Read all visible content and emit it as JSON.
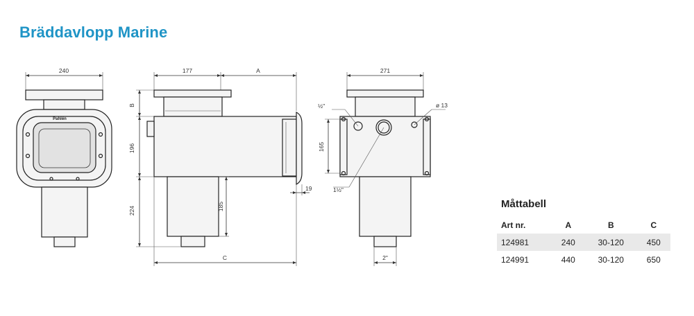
{
  "title": "Bräddavlopp Marine",
  "drawing": {
    "front": {
      "dim_width": "240",
      "logo": "Pahlén"
    },
    "side": {
      "dim_177": "177",
      "dim_A": "A",
      "dim_B": "B",
      "dim_196": "196",
      "dim_224": "224",
      "dim_185": "185",
      "dim_19": "19",
      "dim_C": "C"
    },
    "rear": {
      "dim_width": "271",
      "dim_165": "165",
      "dim_half": "½\"",
      "dim_d13": "ø 13",
      "dim_1half": "1½\"",
      "dim_2in": "2\""
    }
  },
  "table": {
    "title": "Måttabell",
    "headers": [
      "Art nr.",
      "A",
      "B",
      "C"
    ],
    "rows": [
      [
        "124981",
        "240",
        "30-120",
        "450"
      ],
      [
        "124991",
        "440",
        "30-120",
        "650"
      ]
    ]
  }
}
